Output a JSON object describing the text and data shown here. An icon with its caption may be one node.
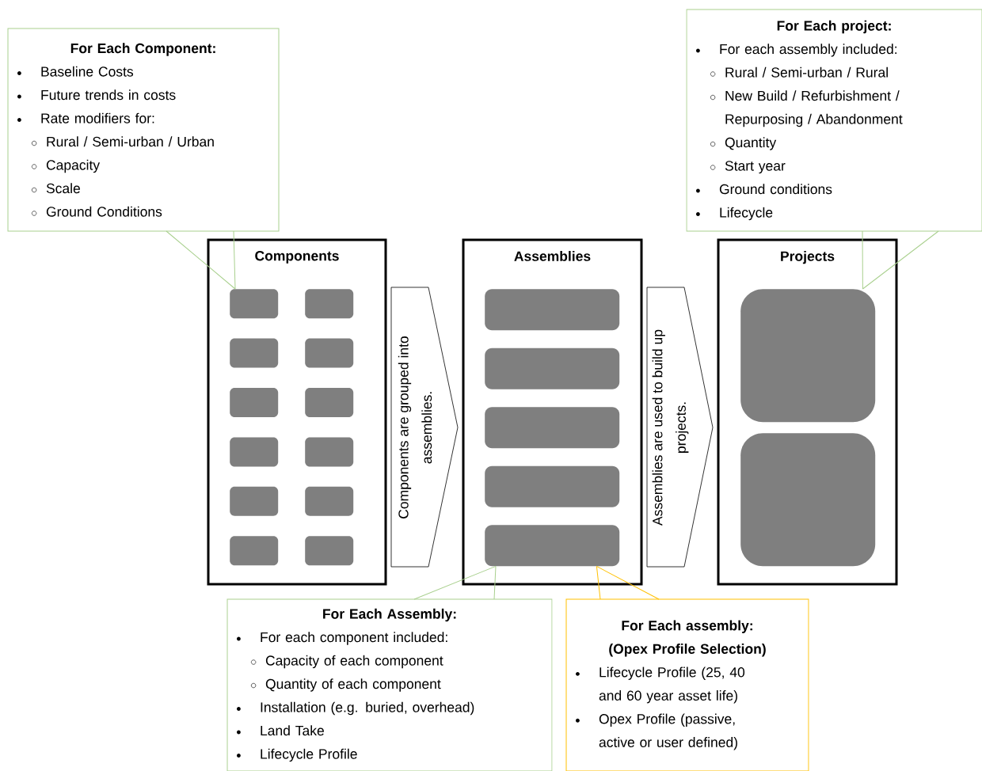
{
  "diagram": {
    "nodes": [
      {
        "text": [
          "For Each Component:",
          "Baseline Costs",
          "Future trends in costs",
          "Rate modifiers for:",
          "Rural / Semi-urban / Urban",
          "Capacity",
          "Scale",
          "Ground Conditions"
        ]
      },
      {
        "text": [
          "For Each project:",
          "For each assembly included:",
          "Rural / Semi-urban / Rural",
          "New Build / Refurbishment / Repurposing / Abandonment",
          "Quantity",
          "Start year",
          "Ground conditions",
          "Lifecycle"
        ]
      },
      {
        "text": [
          "Components"
        ]
      },
      {
        "text": [],
        "shape": "box",
        "in": 2
      },
      {
        "text": [],
        "shape": "box",
        "in": 2
      },
      {
        "text": [],
        "shape": "box",
        "in": 2
      },
      {
        "text": [],
        "shape": "box",
        "in": 2
      },
      {
        "text": [],
        "shape": "box",
        "in": 2
      },
      {
        "text": [],
        "shape": "box",
        "in": 2
      },
      {
        "text": [],
        "shape": "box",
        "in": 2
      },
      {
        "text": [],
        "shape": "box",
        "in": 2
      },
      {
        "text": [],
        "shape": "box",
        "in": 2
      },
      {
        "text": [],
        "shape": "box",
        "in": 2
      },
      {
        "text": [],
        "shape": "box",
        "in": 2
      },
      {
        "text": [],
        "shape": "box",
        "in": 2
      },
      {
        "text": [
          "Assemblies"
        ]
      },
      {
        "text": [],
        "shape": "box",
        "in": 15
      },
      {
        "text": [],
        "shape": "box",
        "in": 15
      },
      {
        "text": [],
        "shape": "box",
        "in": 15
      },
      {
        "text": [],
        "shape": "box",
        "in": 15
      },
      {
        "text": [],
        "shape": "box",
        "in": 15
      },
      {
        "text": [
          "Projects"
        ]
      },
      {
        "text": [],
        "shape": "box",
        "in": 21
      },
      {
        "text": [],
        "shape": "box",
        "in": 21
      },
      {
        "text": [
          "For Each Assembly:",
          "For each component included:",
          "Capacity of each component",
          "Quantity of each component",
          "Installation (e.g. buried, overhead)",
          "Land Take",
          "Lifecycle Profile"
        ]
      },
      {
        "text": [
          "For Each assembly:",
          "(Opex Profile Selection)",
          "Lifecycle Profile (25, 40 and 60 year asset life)",
          "Opex Profile (passive, active or user defined)"
        ]
      }
    ],
    "edges": [
      {
        "from": 2,
        "to": 15,
        "arrow": "to",
        "label": "Components are grouped into assemblies."
      },
      {
        "from": 15,
        "to": 21,
        "arrow": "to",
        "label": "Assemblies are used to build up projects."
      },
      {
        "from": 0,
        "to": 3,
        "arrow": "none",
        "color": "#a9d08e"
      },
      {
        "from": 1,
        "to": 22,
        "arrow": "none",
        "color": "#a9d08e"
      },
      {
        "from": 24,
        "to": 20,
        "arrow": "none",
        "color": "#a9d08e"
      },
      {
        "from": 25,
        "to": 20,
        "arrow": "none",
        "color": "#ffc000"
      }
    ]
  }
}
